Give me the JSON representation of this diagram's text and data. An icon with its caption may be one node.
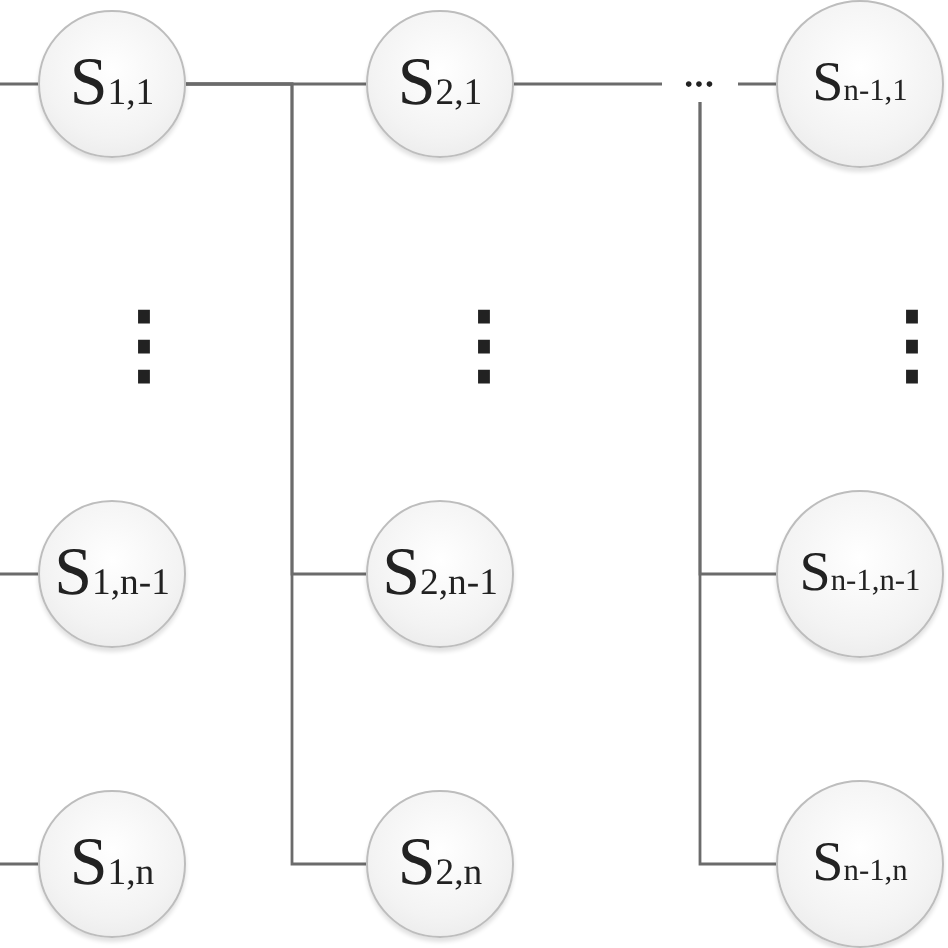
{
  "diagram": {
    "nodes": [
      {
        "text": [
          "S$_{1,1}$"
        ]
      },
      {
        "text": [
          "S$_{2,1}$"
        ]
      },
      {
        "text": [
          "•••"
        ]
      },
      {
        "text": [
          "S$_{n-1,1}$"
        ]
      },
      {
        "text": [
          "S$_{1,n-1}$"
        ]
      },
      {
        "text": [
          "S$_{2,n-1}$"
        ]
      },
      {
        "text": [
          "S$_{n-1,n-1}$"
        ]
      },
      {
        "text": [
          "S$_{1,n}$"
        ]
      },
      {
        "text": [
          "S$_{2,n}$"
        ]
      },
      {
        "text": [
          "S$_{n-1,n}$"
        ]
      }
    ],
    "edges": [
      {
        "from": null,
        "to": 0,
        "arrow": "none"
      },
      {
        "from": 0,
        "to": 1,
        "arrow": "none"
      },
      {
        "from": 0,
        "to": 5,
        "arrow": "none"
      },
      {
        "from": 0,
        "to": 8,
        "arrow": "none"
      },
      {
        "from": 1,
        "to": 2,
        "arrow": "none"
      },
      {
        "from": 2,
        "to": 3,
        "arrow": "none"
      },
      {
        "from": 2,
        "to": 6,
        "arrow": "none"
      },
      {
        "from": 2,
        "to": 9,
        "arrow": "none"
      },
      {
        "from": null,
        "to": 4,
        "arrow": "none"
      },
      {
        "from": null,
        "to": 7,
        "arrow": "none"
      }
    ],
    "labels": [
      "⋮",
      "⋮",
      "⋮"
    ]
  }
}
